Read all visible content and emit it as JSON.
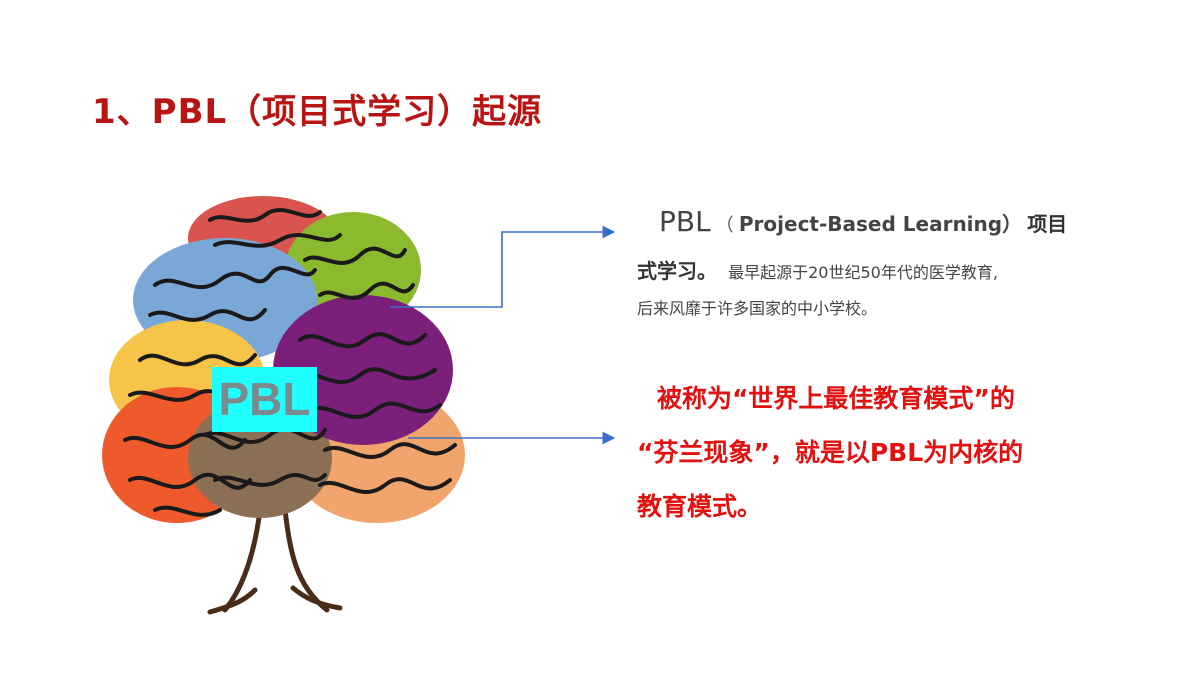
{
  "slide": {
    "title": "1、PBL（项目式学习）起源"
  },
  "figure": {
    "badge_text": "PBL",
    "badge_color": "#20ffff",
    "blob_colors": {
      "red": "#d9534f",
      "green": "#8cba2e",
      "blue": "#7aa8d6",
      "yellow": "#f7c44a",
      "purple": "#7b1f7a",
      "orange_red": "#ef5a2c",
      "brown": "#8c7055",
      "peach": "#f1a56d"
    },
    "arrow_color": "#3a6fc9"
  },
  "description": {
    "pbl": "PBL",
    "paren_open": "（",
    "english": "Project-Based Learning）",
    "chinese_a": "项目",
    "chinese_b": "式学习。",
    "line2_rest": "最早起源于20世纪50年代的医学教育,",
    "line3": "后来风靡于许多国家的中小学校。"
  },
  "highlight": {
    "line1": "被称为“世界上最佳教育模式”的",
    "line2": "“芬兰现象”，就是以PBL为内核的",
    "line3": "教育模式。"
  }
}
